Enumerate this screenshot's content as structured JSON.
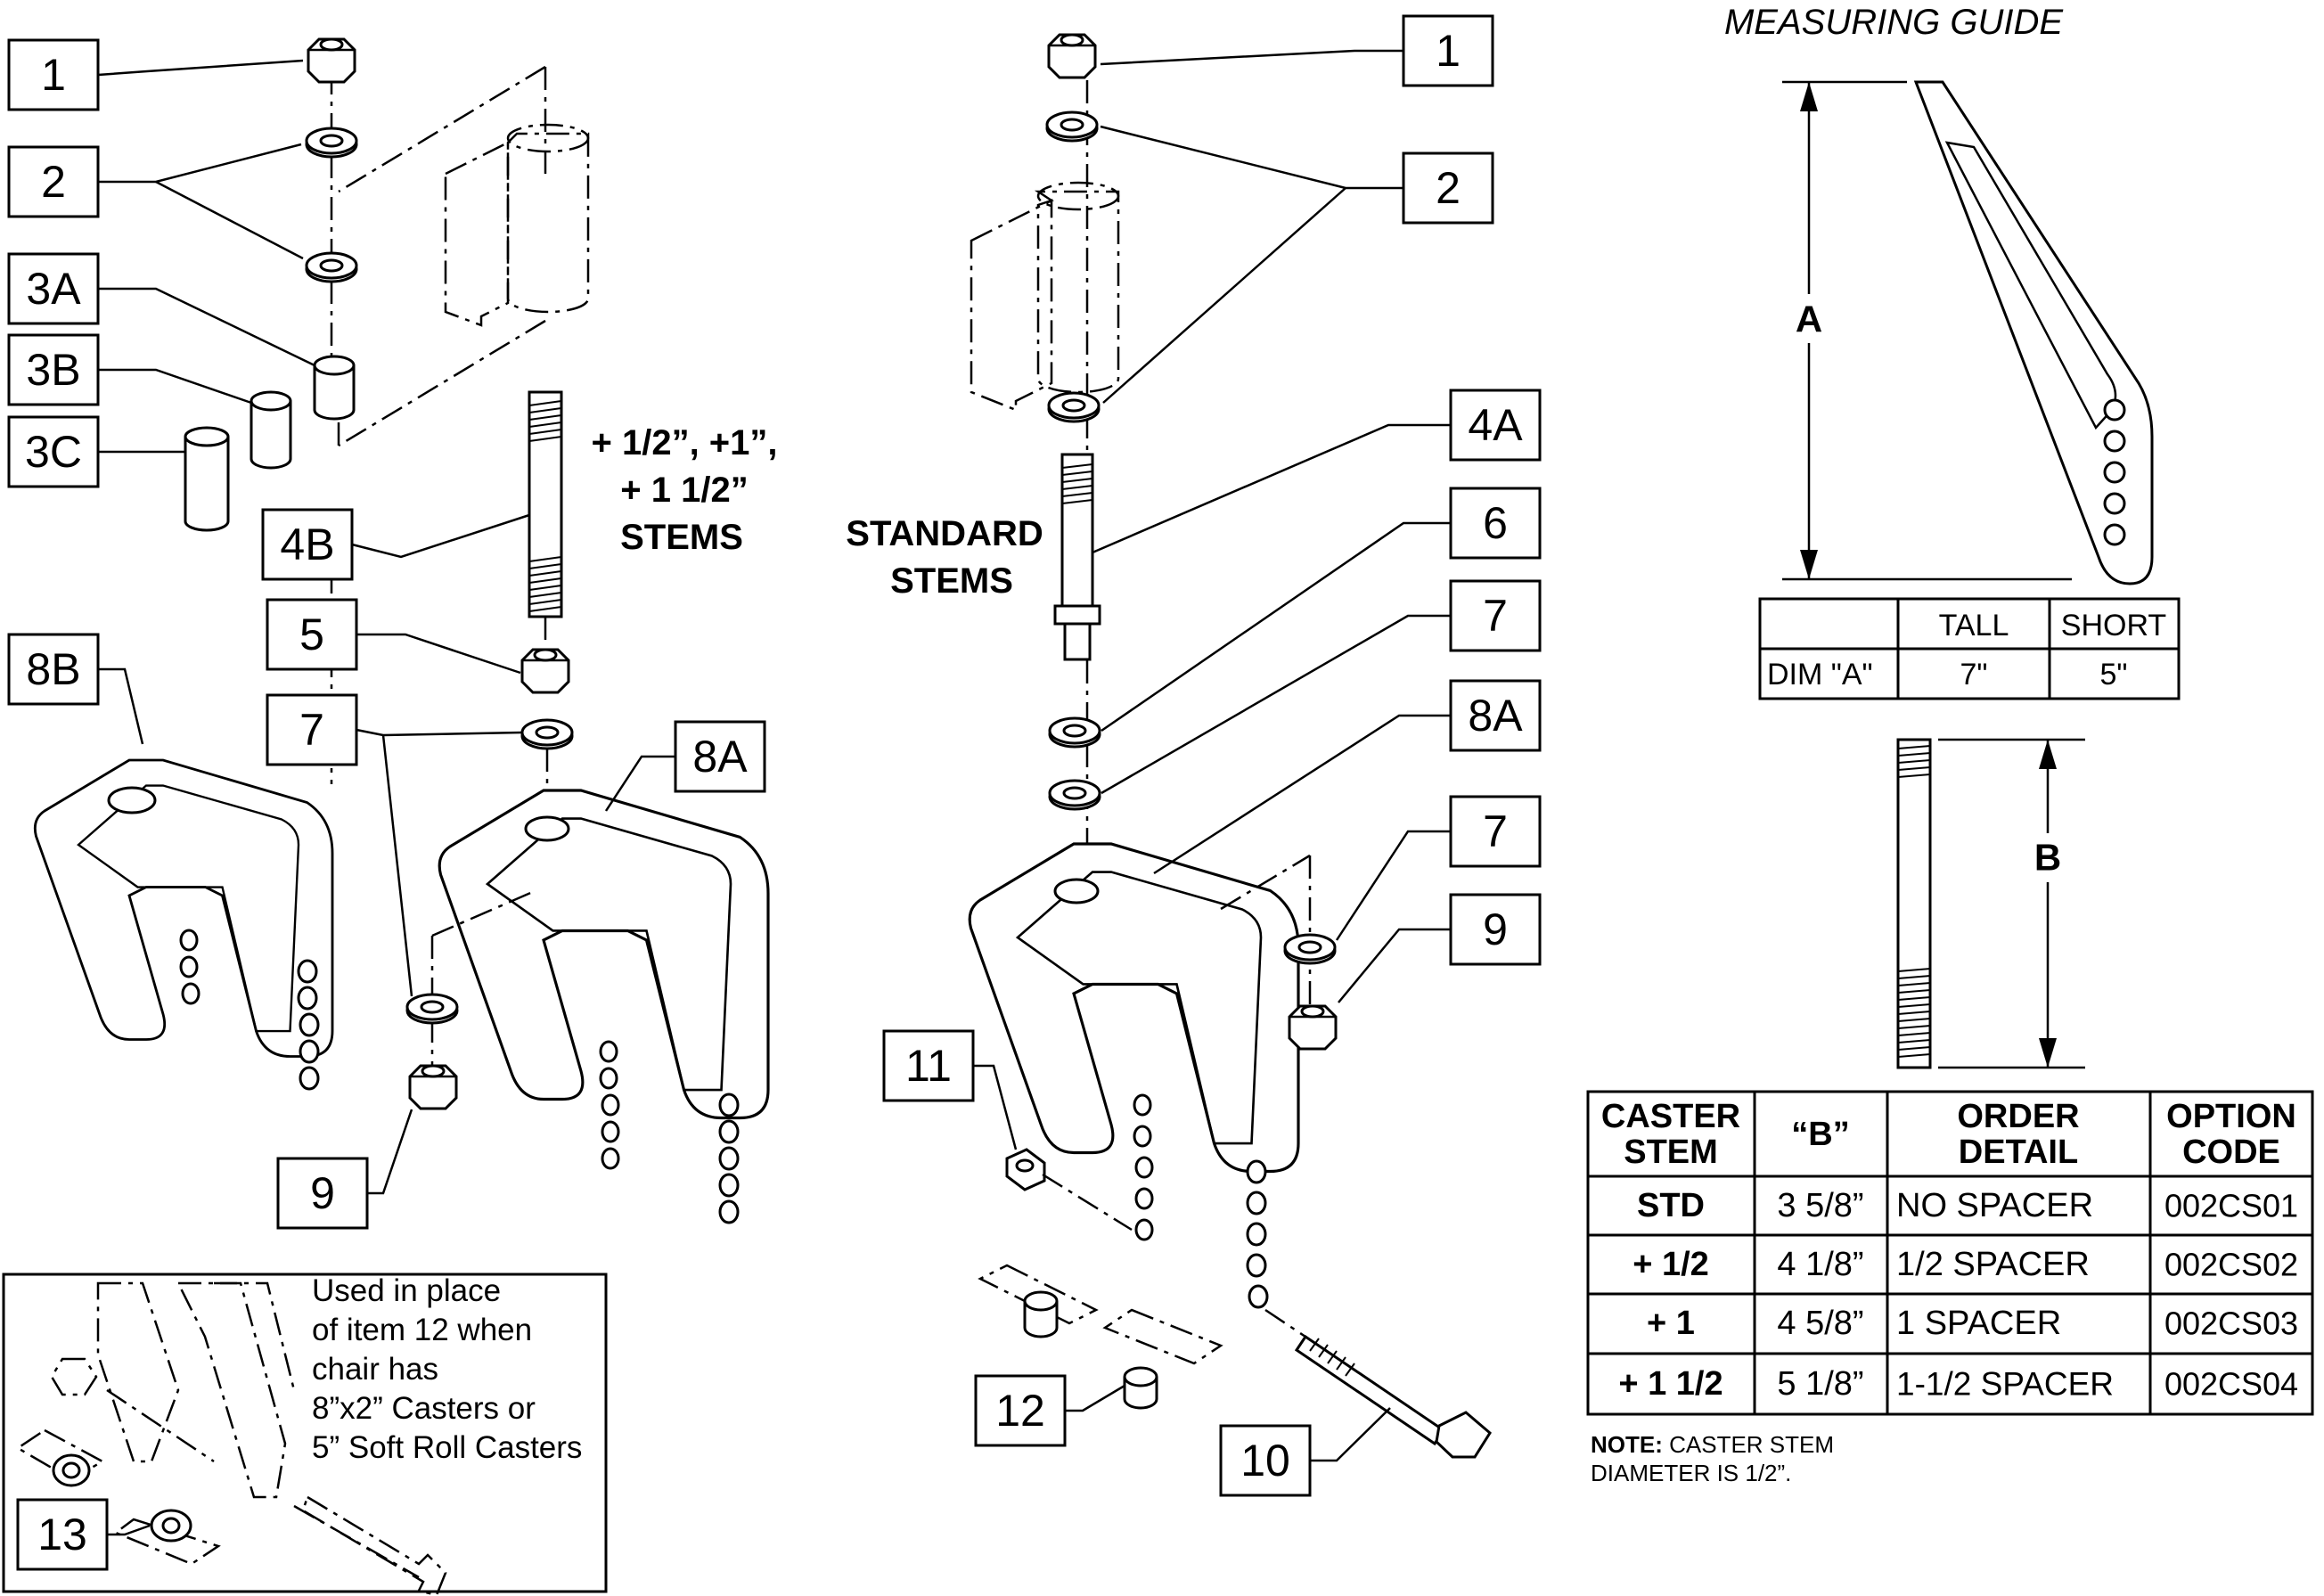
{
  "callouts": {
    "c1_left": "1",
    "c2_left": "2",
    "c3a": "3A",
    "c3b": "3B",
    "c3c": "3C",
    "c4b": "4B",
    "c5": "5",
    "c7_left": "7",
    "c8b": "8B",
    "c8a_left": "8A",
    "c9_left": "9",
    "c13": "13",
    "c1_mid": "1",
    "c2_mid": "2",
    "c4a": "4A",
    "c6": "6",
    "c7_mid_a": "7",
    "c8a_mid": "8A",
    "c7_mid_b": "7",
    "c9_mid": "9",
    "c11": "11",
    "c12": "12",
    "c10": "10"
  },
  "stems_label": [
    "+ 1/2”, +1”,",
    "+ 1 1/2”",
    "STEMS"
  ],
  "standard_label": [
    "STANDARD",
    "STEMS"
  ],
  "inset_note": [
    "Used in place",
    "of item 12 when",
    "chair has",
    "8”x2” Casters or",
    "5” Soft Roll Casters"
  ],
  "measuring": {
    "title": "MEASURING GUIDE",
    "dim_a": "A",
    "dim_b": "B",
    "fork_table": {
      "headers": [
        "",
        "TALL",
        "SHORT"
      ],
      "row": [
        "DIM \"A\"",
        "7\"",
        "5\""
      ]
    }
  },
  "stem_table": {
    "headers": [
      [
        "CASTER",
        "STEM"
      ],
      [
        "“B”"
      ],
      [
        "ORDER",
        "DETAIL"
      ],
      [
        "OPTION",
        "CODE"
      ]
    ],
    "rows": [
      [
        "STD",
        "3 5/8”",
        "NO SPACER",
        "002CS01"
      ],
      [
        "+ 1/2",
        "4 1/8”",
        "1/2 SPACER",
        "002CS02"
      ],
      [
        "+ 1",
        "4 5/8”",
        "1 SPACER",
        "002CS03"
      ],
      [
        "+ 1 1/2",
        "5 1/8”",
        "1-1/2 SPACER",
        "002CS04"
      ]
    ]
  },
  "note": {
    "bold": "NOTE:",
    "line1": "  CASTER STEM",
    "line2": "DIAMETER IS 1/2”."
  }
}
